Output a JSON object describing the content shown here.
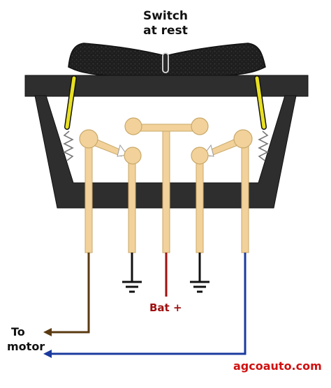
{
  "title": {
    "line1": "Switch",
    "line2": "at rest"
  },
  "labels": {
    "battery": "Bat +",
    "to_motor_line1": "To",
    "to_motor_line2": "motor",
    "website": "agcoauto.com"
  },
  "colors": {
    "housing": "#2e2e2e",
    "rocker": "#1e1e1e",
    "pin": "#f2d29a",
    "pin_outline": "#c9a86a",
    "battery_wire": "#a01010",
    "ground_wire": "#111111",
    "brown_wire": "#5a3a12",
    "blue_wire": "#1b3a9e",
    "plunger": "#e8e020",
    "label_red": "#d01010"
  },
  "icons": [
    "ground-symbol-icon",
    "arrow-left-icon",
    "spring-icon"
  ]
}
